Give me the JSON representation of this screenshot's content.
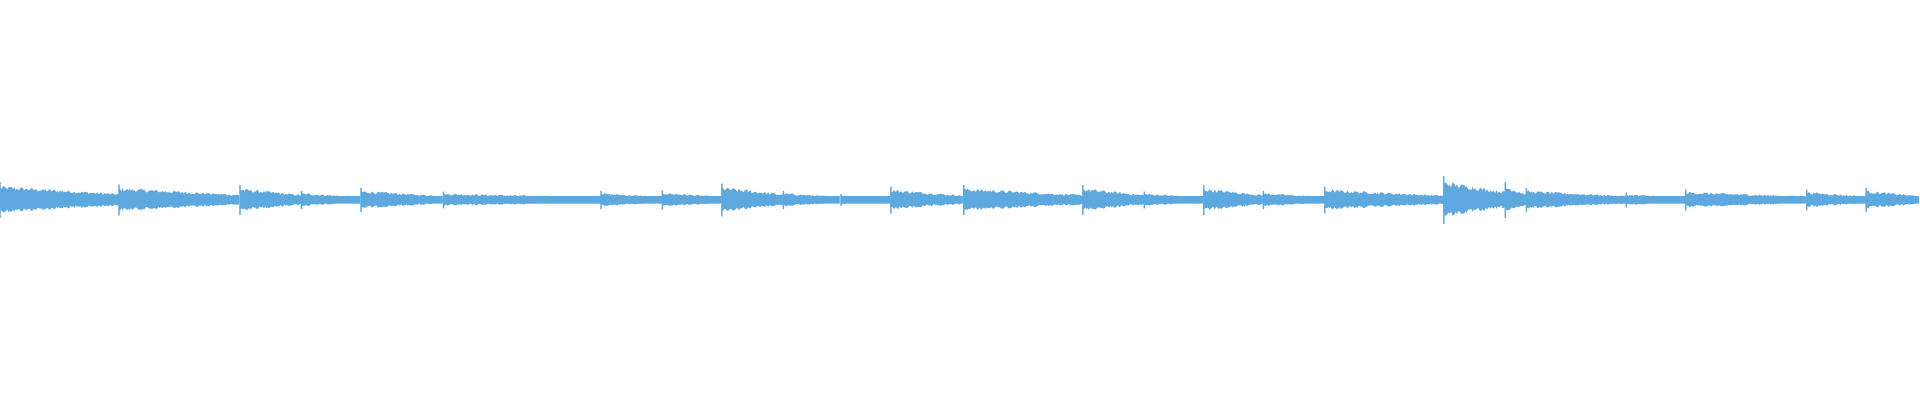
{
  "waveform": {
    "color": "#5DA8DE",
    "description_for_render": "",
    "segments": [
      {
        "start": 0.0,
        "amp": 0.06
      },
      {
        "start": 0.062,
        "amp": 0.052
      },
      {
        "start": 0.125,
        "amp": 0.05
      },
      {
        "start": 0.157,
        "amp": 0.03
      },
      {
        "start": 0.188,
        "amp": 0.04
      },
      {
        "start": 0.231,
        "amp": 0.028
      },
      {
        "start": 0.313,
        "amp": 0.03
      },
      {
        "start": 0.345,
        "amp": 0.032
      },
      {
        "start": 0.376,
        "amp": 0.055
      },
      {
        "start": 0.408,
        "amp": 0.03
      },
      {
        "start": 0.438,
        "amp": 0.02
      },
      {
        "start": 0.464,
        "amp": 0.045
      },
      {
        "start": 0.502,
        "amp": 0.05
      },
      {
        "start": 0.564,
        "amp": 0.05
      },
      {
        "start": 0.596,
        "amp": 0.028
      },
      {
        "start": 0.627,
        "amp": 0.05
      },
      {
        "start": 0.658,
        "amp": 0.03
      },
      {
        "start": 0.69,
        "amp": 0.045
      },
      {
        "start": 0.752,
        "amp": 0.08
      },
      {
        "start": 0.784,
        "amp": 0.06
      },
      {
        "start": 0.795,
        "amp": 0.04
      },
      {
        "start": 0.847,
        "amp": 0.025
      },
      {
        "start": 0.878,
        "amp": 0.035
      },
      {
        "start": 0.941,
        "amp": 0.035
      },
      {
        "start": 0.972,
        "amp": 0.04
      }
    ]
  }
}
